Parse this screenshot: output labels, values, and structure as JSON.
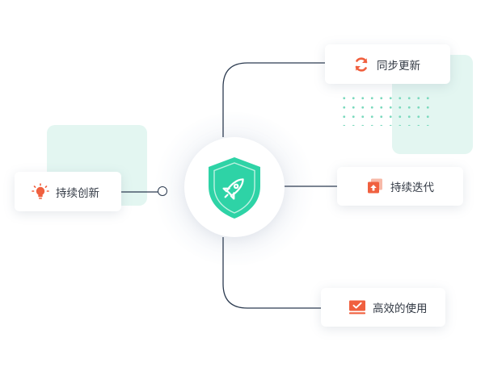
{
  "cards": {
    "sync_update": {
      "label": "同步更新",
      "icon": "sync-icon",
      "color": "#f0603f"
    },
    "continuous_innovation": {
      "label": "持续创新",
      "icon": "lightbulb-icon",
      "color": "#f0603f"
    },
    "continuous_iteration": {
      "label": "持续迭代",
      "icon": "upload-box-icon",
      "color": "#f0603f"
    },
    "efficient_use": {
      "label": "高效的使用",
      "icon": "monitor-check-icon",
      "color": "#f0603f"
    }
  },
  "hub": {
    "icon": "shield-rocket-icon",
    "color": "#2ed3a6"
  },
  "colors": {
    "line": "#2c3b50",
    "accent": "#2ed3a6",
    "background_tint": "#e3f6f1"
  }
}
